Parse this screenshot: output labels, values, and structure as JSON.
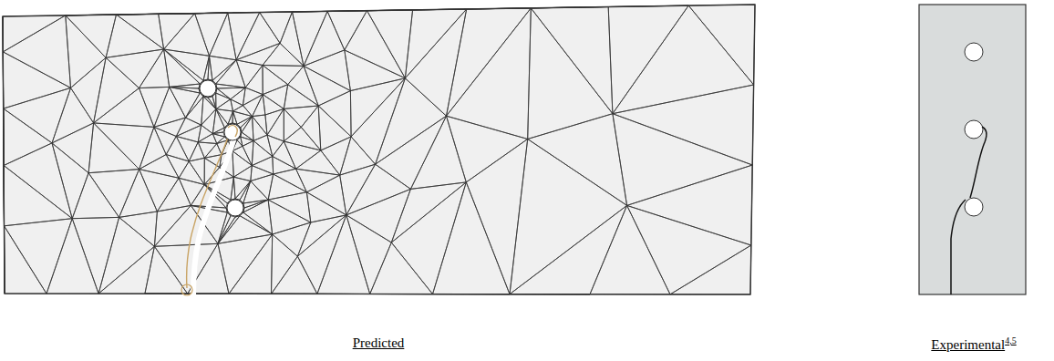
{
  "diagram": {
    "labels": [
      "Predicted",
      "Experimental",
      "4,5"
    ]
  }
}
